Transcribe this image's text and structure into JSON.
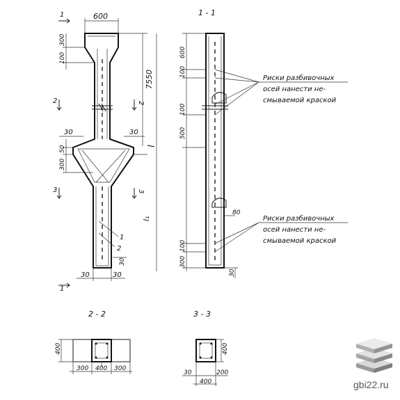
{
  "labels": {
    "dim_600": "600",
    "dim_7550": "7550",
    "dim_l": "l",
    "dim_l1": "l₁",
    "dim_300": "300",
    "dim_100": "100",
    "dim_30": "30",
    "dim_50": "50",
    "dim_500": "500",
    "dim_400": "400",
    "dim_200": "200",
    "dim_80": "80",
    "sec_1": "1",
    "sec_2": "2",
    "sec_3": "3",
    "item_1": "1",
    "item_2": "2",
    "view_1_1": "1 - 1",
    "view_2_2": "2 - 2",
    "view_3_3": "3 - 3",
    "note1_l1": "Риски разбивочных",
    "note1_l2": "осей нанести не-",
    "note1_l3": "смываемой краской",
    "note2_l1": "Риски разбивочных",
    "note2_l2": "осей нанести не-",
    "note2_l3": "смываемой краской"
  },
  "watermark": {
    "text": "gbi22.ru",
    "logo_icon": "stacked-slabs-icon"
  }
}
